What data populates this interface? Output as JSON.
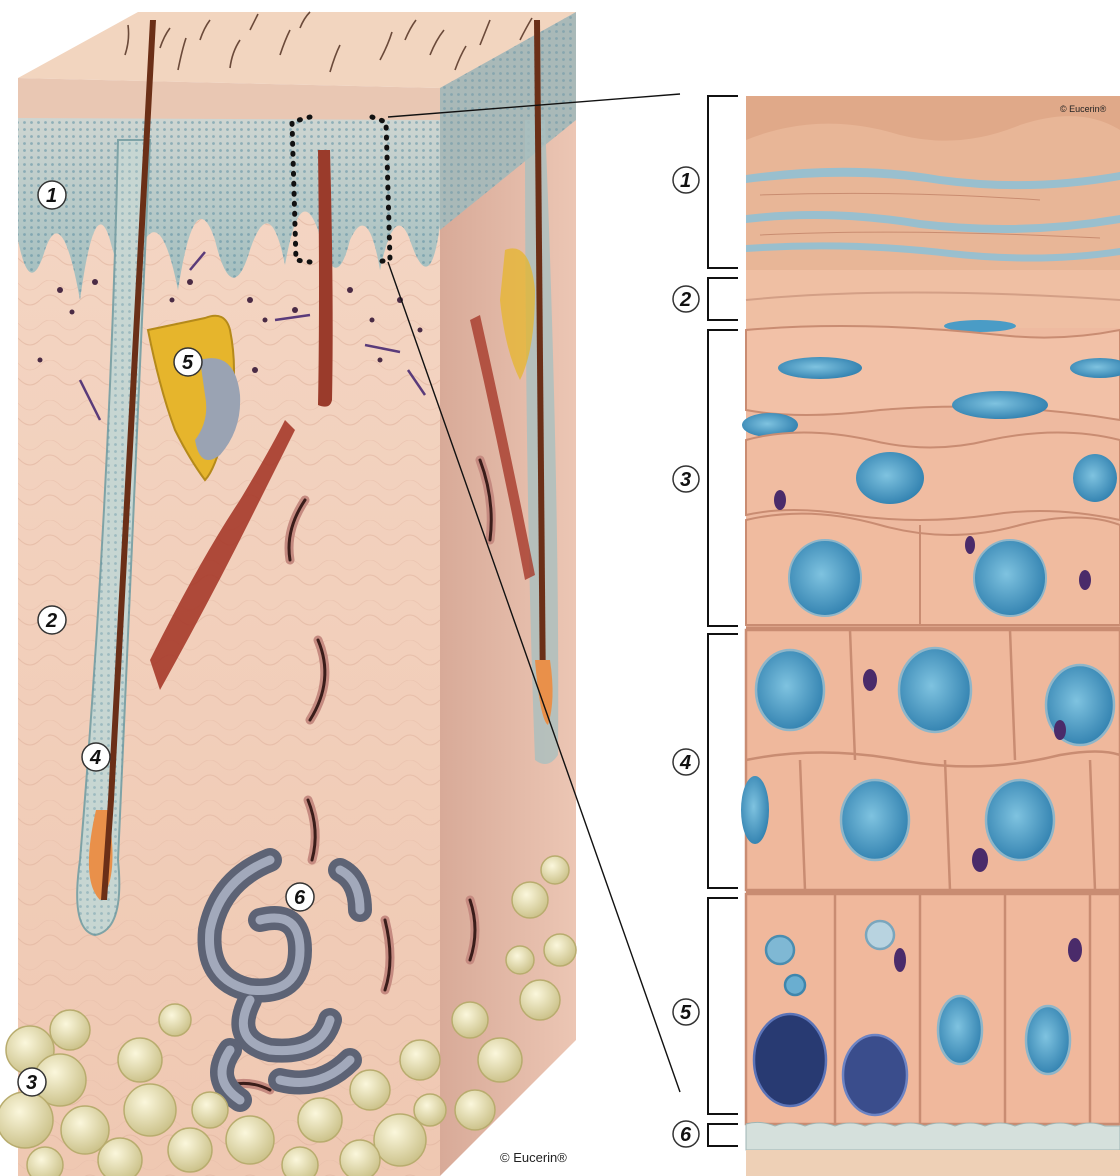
{
  "left_labels": [
    "1",
    "2",
    "3",
    "4",
    "5",
    "6"
  ],
  "right_labels": [
    "1",
    "2",
    "3",
    "4",
    "5",
    "6"
  ],
  "copyright_main": "© Eucerin®",
  "copyright_detail": "© Eucerin®",
  "colors": {
    "skin_surface": "#f1d2bc",
    "epidermis": "#b7c8c6",
    "dermis": "#f2cdb9",
    "fat": "#e8e1b4",
    "sweat_gland": "#6c7284",
    "nucleus": "#3f9ac2",
    "cell": "#f0b79c",
    "hair_muscle": "#a63a2a"
  },
  "icons": [
    "hair-shaft-icon",
    "sebaceous-gland-icon",
    "sweat-gland-icon",
    "blood-vessel-icon",
    "fat-cell-icon",
    "cell-nucleus-icon"
  ]
}
